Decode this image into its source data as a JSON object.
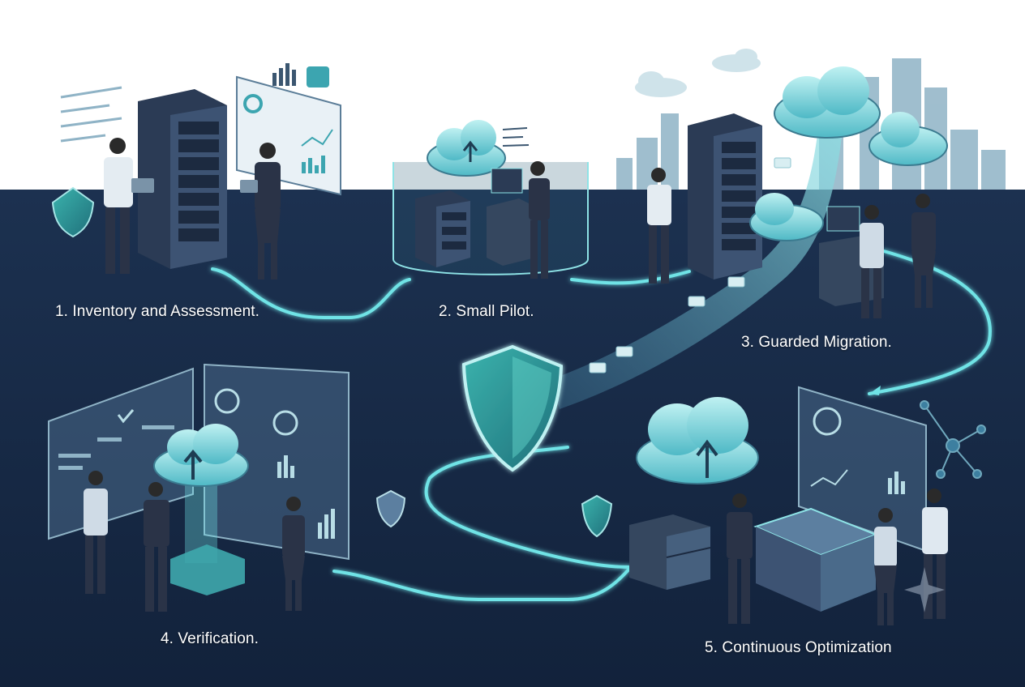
{
  "steps": [
    {
      "label": "1. Inventory and Assessment."
    },
    {
      "label": "2. Small Pilot."
    },
    {
      "label": "3. Guarded Migration."
    },
    {
      "label": "4. Verification."
    },
    {
      "label": "5. Continuous Optimization"
    }
  ],
  "colors": {
    "sky": "#ffffff",
    "floor": "#182b48",
    "floor_dark": "#112036",
    "path_glow": "#6fe3e6",
    "cloud": "#7fd6de",
    "server": "#2b3b55",
    "server_light": "#3d5373",
    "skyline": "#7fa8bd",
    "panel": "#5c7fa0",
    "suit": "#2a3347",
    "shirt": "#dfe8f0",
    "shield": "#43b6ae"
  },
  "icons": [
    "server-rack-icon",
    "dashboard-panel-icon",
    "cloud-upload-icon",
    "shield-icon",
    "person-icon",
    "city-skyline-icon",
    "checkmark-icon",
    "network-graph-icon"
  ]
}
